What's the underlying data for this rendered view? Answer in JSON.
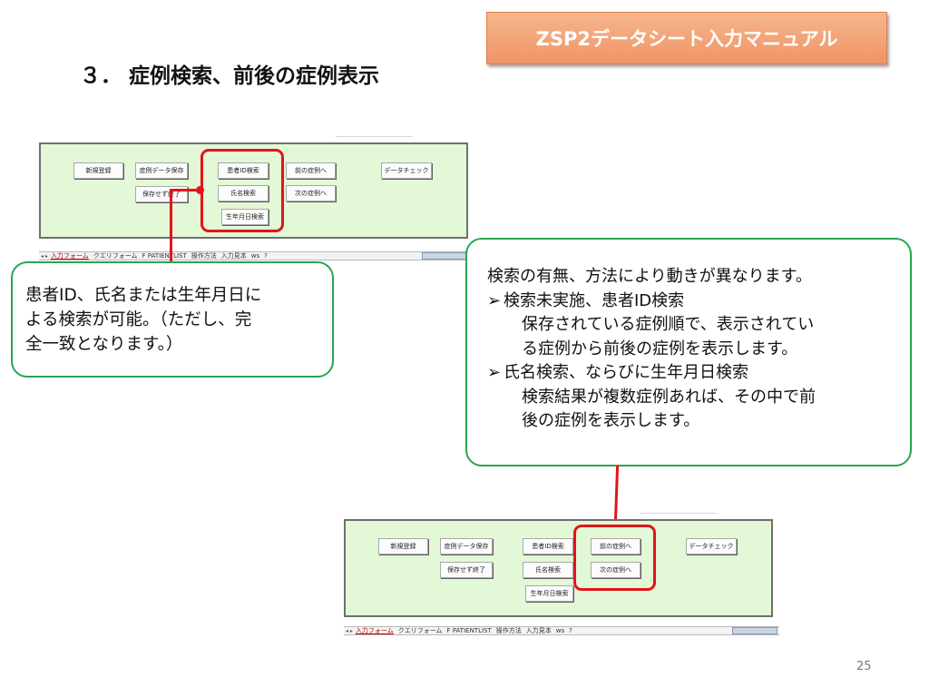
{
  "banner": {
    "title": "ZSP2データシート入力マニュアル"
  },
  "heading": "３． 症例検索、前後の症例表示",
  "form": {
    "buttons": {
      "new": "新規登録",
      "save": "症例データ保存",
      "exit": "保存せず終了",
      "pid_search": "患者ID検索",
      "name_search": "氏名検索",
      "dob_search": "生年月日検索",
      "prev_case": "前の症例へ",
      "next_case": "次の症例へ",
      "data_check": "データチェック"
    },
    "tabs": {
      "nav": "◂ ▸",
      "input_form": "入力フォーム",
      "query_form": "クエリフォーム",
      "patient_list": "F PATIENTLIST",
      "howto": "操作方法",
      "sample": "入力見本",
      "ws": "ws",
      "extra": "?"
    }
  },
  "callout_left": {
    "lines": [
      "患者ID、氏名または生年月日に",
      "よる検索が可能。（ただし、完",
      "全一致となります。）"
    ]
  },
  "callout_right": {
    "intro": "検索の有無、方法により動きが異なります。",
    "bullets": [
      {
        "marker": "➢",
        "title": "検索未実施、患者ID検索",
        "lines": [
          "保存されている症例順で、表示されてい",
          "る症例から前後の症例を表示します。"
        ]
      },
      {
        "marker": "➢",
        "title": "氏名検索、ならびに生年月日検索",
        "lines": [
          "検索結果が複数症例あれば、その中で前",
          "後の症例を表示します。"
        ]
      }
    ]
  },
  "page_number": "25",
  "colors": {
    "highlight": "#e2141b",
    "callout_border": "#2aa64c",
    "panel_bg": "#e2f8d6",
    "banner": "#ef9567"
  }
}
